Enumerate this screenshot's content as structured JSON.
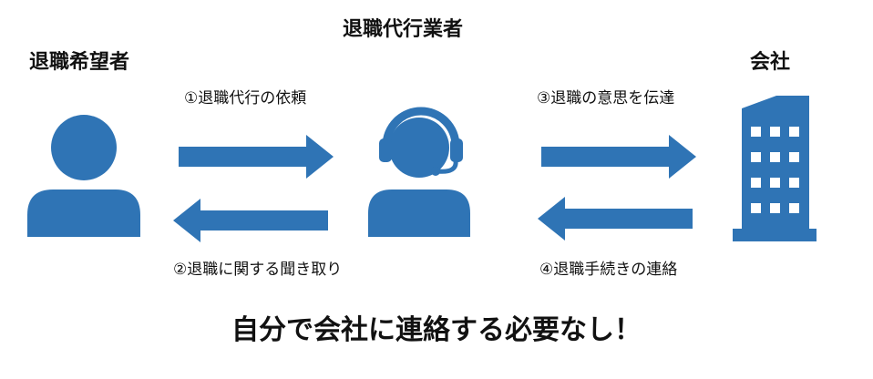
{
  "actors": {
    "applicant": {
      "label": "退職希望者",
      "icon": "person-icon"
    },
    "agency": {
      "label": "退職代行業者",
      "icon": "headset-operator-icon"
    },
    "company": {
      "label": "会社",
      "icon": "office-building-icon"
    }
  },
  "steps": [
    {
      "label": "①退職代行の依頼",
      "direction": "right"
    },
    {
      "label": "②退職に関する聞き取り",
      "direction": "left"
    },
    {
      "label": "③退職の意思を伝達",
      "direction": "right"
    },
    {
      "label": "④退職手続きの連絡",
      "direction": "left"
    }
  ],
  "footer": {
    "message": "自分で会社に連絡する必要なし！"
  },
  "colors": {
    "accent": "#2f74b5",
    "text": "#111111",
    "background": "#ffffff"
  }
}
